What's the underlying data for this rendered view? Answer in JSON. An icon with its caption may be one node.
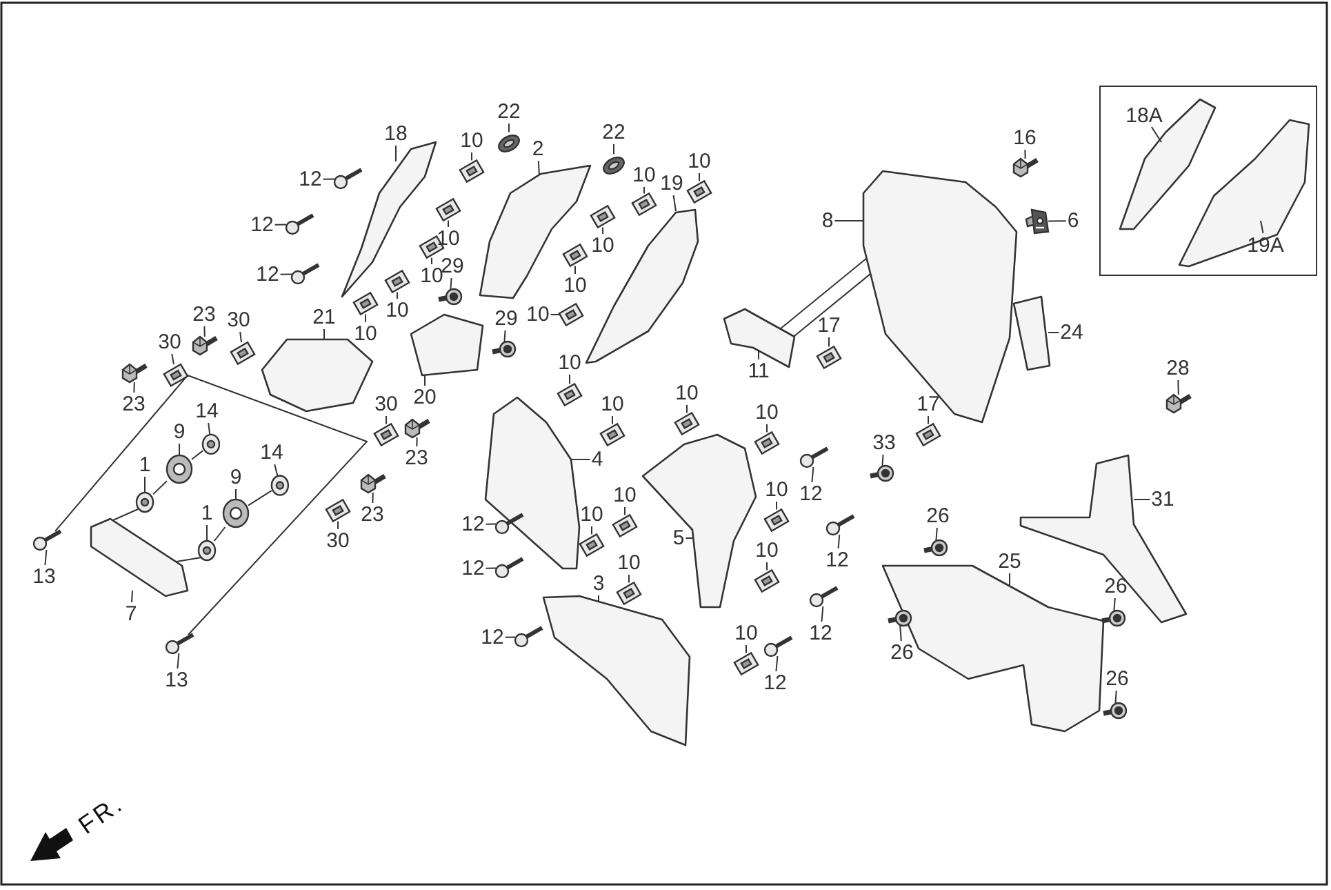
{
  "diagram": {
    "nodes": [
      {
        "text": [],
        "shape": "box"
      },
      {
        "text": [
          "18A"
        ],
        "in": 0
      },
      {
        "text": [],
        "shape": "picture",
        "in": 0
      },
      {
        "text": [
          "19A"
        ],
        "in": 0
      },
      {
        "text": [],
        "shape": "picture",
        "in": 0
      },
      {
        "text": [
          "18"
        ]
      },
      {
        "text": [],
        "shape": "picture"
      },
      {
        "text": [
          "12"
        ]
      },
      {
        "text": [],
        "shape": "picture"
      },
      {
        "text": [
          "12"
        ]
      },
      {
        "text": [],
        "shape": "picture"
      },
      {
        "text": [
          "12"
        ]
      },
      {
        "text": [],
        "shape": "picture"
      },
      {
        "text": [
          "22"
        ]
      },
      {
        "text": [],
        "shape": "picture"
      },
      {
        "text": [
          "10"
        ]
      },
      {
        "text": [],
        "shape": "picture"
      },
      {
        "text": [
          "2"
        ]
      },
      {
        "text": [],
        "shape": "picture"
      },
      {
        "text": [
          "22"
        ]
      },
      {
        "text": [],
        "shape": "picture"
      },
      {
        "text": [
          "10"
        ]
      },
      {
        "text": [],
        "shape": "picture"
      },
      {
        "text": [
          "19"
        ]
      },
      {
        "text": [],
        "shape": "picture"
      },
      {
        "text": [
          "10"
        ]
      },
      {
        "text": [],
        "shape": "picture"
      },
      {
        "text": [
          "10"
        ]
      },
      {
        "text": [],
        "shape": "picture"
      },
      {
        "text": [
          "10"
        ]
      },
      {
        "text": [],
        "shape": "picture"
      },
      {
        "text": [
          "10"
        ]
      },
      {
        "text": [],
        "shape": "picture"
      },
      {
        "text": [
          "10"
        ]
      },
      {
        "text": [],
        "shape": "picture"
      },
      {
        "text": [
          "29"
        ]
      },
      {
        "text": [],
        "shape": "picture"
      },
      {
        "text": [
          "10"
        ]
      },
      {
        "text": [],
        "shape": "picture"
      },
      {
        "text": [
          "10"
        ]
      },
      {
        "text": [],
        "shape": "picture"
      },
      {
        "text": [
          "10"
        ]
      },
      {
        "text": [],
        "shape": "picture"
      },
      {
        "text": [
          "29"
        ]
      },
      {
        "text": [],
        "shape": "picture"
      },
      {
        "text": [
          "16"
        ]
      },
      {
        "text": [],
        "shape": "picture"
      },
      {
        "text": [
          "8"
        ]
      },
      {
        "text": [],
        "shape": "picture"
      },
      {
        "text": [
          "6"
        ]
      },
      {
        "text": [],
        "shape": "picture"
      },
      {
        "text": [
          "23"
        ]
      },
      {
        "text": [],
        "shape": "picture"
      },
      {
        "text": [
          "30"
        ]
      },
      {
        "text": [],
        "shape": "picture"
      },
      {
        "text": [
          "30"
        ]
      },
      {
        "text": [],
        "shape": "picture"
      },
      {
        "text": [
          "21"
        ]
      },
      {
        "text": [],
        "shape": "picture"
      },
      {
        "text": [
          "11"
        ]
      },
      {
        "text": [],
        "shape": "picture"
      },
      {
        "text": [
          "17"
        ]
      },
      {
        "text": [],
        "shape": "picture"
      },
      {
        "text": [
          "24"
        ]
      },
      {
        "text": [],
        "shape": "picture"
      },
      {
        "text": [
          "10"
        ]
      },
      {
        "text": [],
        "shape": "picture"
      },
      {
        "text": [
          "20"
        ]
      },
      {
        "text": [],
        "shape": "picture"
      },
      {
        "text": [
          "30"
        ]
      },
      {
        "text": [],
        "shape": "picture"
      },
      {
        "text": [
          "23"
        ]
      },
      {
        "text": [],
        "shape": "picture"
      },
      {
        "text": [
          "28"
        ]
      },
      {
        "text": [],
        "shape": "picture"
      },
      {
        "text": [
          "10"
        ]
      },
      {
        "text": [],
        "shape": "picture"
      },
      {
        "text": [
          "10"
        ]
      },
      {
        "text": [],
        "shape": "picture"
      },
      {
        "text": [
          "10"
        ]
      },
      {
        "text": [],
        "shape": "picture"
      },
      {
        "text": [
          "17"
        ]
      },
      {
        "text": [],
        "shape": "picture"
      },
      {
        "text": [
          "14"
        ]
      },
      {
        "text": [],
        "shape": "picture"
      },
      {
        "text": [
          "9"
        ]
      },
      {
        "text": [],
        "shape": "picture"
      },
      {
        "text": [
          "23"
        ]
      },
      {
        "text": [],
        "shape": "picture"
      },
      {
        "text": [
          "4"
        ]
      },
      {
        "text": [],
        "shape": "picture"
      },
      {
        "text": [
          "14"
        ]
      },
      {
        "text": [],
        "shape": "picture"
      },
      {
        "text": [
          "1"
        ]
      },
      {
        "text": [],
        "shape": "picture"
      },
      {
        "text": [
          "9"
        ]
      },
      {
        "text": [],
        "shape": "picture"
      },
      {
        "text": [
          "33"
        ]
      },
      {
        "text": [],
        "shape": "picture"
      },
      {
        "text": [
          "12"
        ]
      },
      {
        "text": [],
        "shape": "picture"
      },
      {
        "text": [
          "10"
        ]
      },
      {
        "text": [],
        "shape": "picture"
      },
      {
        "text": [
          "10"
        ]
      },
      {
        "text": [],
        "shape": "picture"
      },
      {
        "text": [
          "31"
        ]
      },
      {
        "text": [],
        "shape": "picture"
      },
      {
        "text": [
          "1"
        ]
      },
      {
        "text": [],
        "shape": "picture"
      },
      {
        "text": [
          "23"
        ]
      },
      {
        "text": [],
        "shape": "picture"
      },
      {
        "text": [
          "10"
        ]
      },
      {
        "text": [],
        "shape": "picture"
      },
      {
        "text": [
          "26"
        ]
      },
      {
        "text": [],
        "shape": "picture"
      },
      {
        "text": [
          "12"
        ]
      },
      {
        "text": [],
        "shape": "picture"
      },
      {
        "text": [
          "5"
        ]
      },
      {
        "text": [],
        "shape": "picture"
      },
      {
        "text": [
          "30"
        ]
      },
      {
        "text": [],
        "shape": "picture"
      },
      {
        "text": [
          "10"
        ]
      },
      {
        "text": [],
        "shape": "picture"
      },
      {
        "text": [
          "12"
        ]
      },
      {
        "text": [],
        "shape": "picture"
      },
      {
        "text": [
          "25"
        ]
      },
      {
        "text": [],
        "shape": "picture"
      },
      {
        "text": [
          "10"
        ]
      },
      {
        "text": [],
        "shape": "picture"
      },
      {
        "text": [
          "12"
        ]
      },
      {
        "text": [],
        "shape": "picture"
      },
      {
        "text": [
          "13"
        ]
      },
      {
        "text": [],
        "shape": "picture"
      },
      {
        "text": [
          "3"
        ]
      },
      {
        "text": [],
        "shape": "picture"
      },
      {
        "text": [
          "26"
        ]
      },
      {
        "text": [],
        "shape": "picture"
      },
      {
        "text": [
          "7"
        ]
      },
      {
        "text": [],
        "shape": "picture"
      },
      {
        "text": [
          "10"
        ]
      },
      {
        "text": [],
        "shape": "picture"
      },
      {
        "text": [
          "12"
        ]
      },
      {
        "text": [],
        "shape": "picture"
      },
      {
        "text": [
          "12"
        ]
      },
      {
        "text": [],
        "shape": "picture"
      },
      {
        "text": [
          "26"
        ]
      },
      {
        "text": [],
        "shape": "picture"
      },
      {
        "text": [
          "26"
        ]
      },
      {
        "text": [],
        "shape": "picture"
      },
      {
        "text": [
          "12"
        ]
      },
      {
        "text": [],
        "shape": "picture"
      },
      {
        "text": [
          "13"
        ]
      },
      {
        "text": [],
        "shape": "picture"
      }
    ],
    "edges": [
      {
        "from": 1,
        "to": 2,
        "arrow": "none"
      },
      {
        "from": 3,
        "to": 4,
        "arrow": "none"
      },
      {
        "from": 5,
        "to": 6,
        "arrow": "none"
      },
      {
        "from": 7,
        "to": 8,
        "arrow": "none"
      },
      {
        "from": 9,
        "to": 10,
        "arrow": "none"
      },
      {
        "from": 11,
        "to": 12,
        "arrow": "none"
      },
      {
        "from": 13,
        "to": 14,
        "arrow": "none"
      },
      {
        "from": 15,
        "to": 16,
        "arrow": "none"
      },
      {
        "from": 17,
        "to": 18,
        "arrow": "none"
      },
      {
        "from": 19,
        "to": 20,
        "arrow": "none"
      },
      {
        "from": 21,
        "to": 22,
        "arrow": "none"
      },
      {
        "from": 23,
        "to": 24,
        "arrow": "none"
      },
      {
        "from": 25,
        "to": 26,
        "arrow": "none"
      },
      {
        "from": 27,
        "to": 28,
        "arrow": "none"
      },
      {
        "from": 29,
        "to": 30,
        "arrow": "none"
      },
      {
        "from": 31,
        "to": 32,
        "arrow": "none"
      },
      {
        "from": 33,
        "to": 34,
        "arrow": "none"
      },
      {
        "from": 35,
        "to": 36,
        "arrow": "none"
      },
      {
        "from": 37,
        "to": 38,
        "arrow": "none"
      },
      {
        "from": 39,
        "to": 40,
        "arrow": "none"
      },
      {
        "from": 41,
        "to": 42,
        "arrow": "none"
      },
      {
        "from": 43,
        "to": 44,
        "arrow": "none"
      },
      {
        "from": 45,
        "to": 46,
        "arrow": "none"
      },
      {
        "from": 47,
        "to": 48,
        "arrow": "none"
      },
      {
        "from": 49,
        "to": 50,
        "arrow": "none"
      },
      {
        "from": 51,
        "to": 52,
        "arrow": "none"
      },
      {
        "from": 53,
        "to": 54,
        "arrow": "none"
      },
      {
        "from": 55,
        "to": 56,
        "arrow": "none"
      },
      {
        "from": 57,
        "to": 58,
        "arrow": "none"
      },
      {
        "from": 59,
        "to": 60,
        "arrow": "none"
      },
      {
        "from": 61,
        "to": 62,
        "arrow": "none"
      },
      {
        "from": 63,
        "to": 64,
        "arrow": "none"
      },
      {
        "from": 65,
        "to": 66,
        "arrow": "none"
      },
      {
        "from": 67,
        "to": 68,
        "arrow": "none"
      },
      {
        "from": 69,
        "to": 70,
        "arrow": "none"
      },
      {
        "from": 71,
        "to": 72,
        "arrow": "none"
      },
      {
        "from": 73,
        "to": 74,
        "arrow": "none"
      },
      {
        "from": 75,
        "to": 76,
        "arrow": "none"
      },
      {
        "from": 77,
        "to": 78,
        "arrow": "none"
      },
      {
        "from": 79,
        "to": 80,
        "arrow": "none"
      },
      {
        "from": 81,
        "to": 82,
        "arrow": "none"
      },
      {
        "from": 83,
        "to": 84,
        "arrow": "none"
      },
      {
        "from": 85,
        "to": 86,
        "arrow": "none"
      },
      {
        "from": 87,
        "to": 88,
        "arrow": "none"
      },
      {
        "from": 89,
        "to": 90,
        "arrow": "none"
      },
      {
        "from": 91,
        "to": 92,
        "arrow": "none"
      },
      {
        "from": 93,
        "to": 94,
        "arrow": "none"
      },
      {
        "from": 95,
        "to": 96,
        "arrow": "none"
      },
      {
        "from": 97,
        "to": 98,
        "arrow": "none"
      },
      {
        "from": 99,
        "to": 100,
        "arrow": "none"
      },
      {
        "from": 101,
        "to": 102,
        "arrow": "none"
      },
      {
        "from": 103,
        "to": 104,
        "arrow": "none"
      },
      {
        "from": 105,
        "to": 106,
        "arrow": "none"
      },
      {
        "from": 107,
        "to": 108,
        "arrow": "none"
      },
      {
        "from": 109,
        "to": 110,
        "arrow": "none"
      },
      {
        "from": 111,
        "to": 112,
        "arrow": "none"
      },
      {
        "from": 113,
        "to": 114,
        "arrow": "none"
      },
      {
        "from": 115,
        "to": 116,
        "arrow": "none"
      },
      {
        "from": 117,
        "to": 118,
        "arrow": "none"
      },
      {
        "from": 119,
        "to": 120,
        "arrow": "none"
      },
      {
        "from": 121,
        "to": 122,
        "arrow": "none"
      },
      {
        "from": 123,
        "to": 124,
        "arrow": "none"
      },
      {
        "from": 125,
        "to": 126,
        "arrow": "none"
      },
      {
        "from": 127,
        "to": 128,
        "arrow": "none"
      },
      {
        "from": 129,
        "to": 130,
        "arrow": "none"
      },
      {
        "from": 131,
        "to": 132,
        "arrow": "none"
      },
      {
        "from": 133,
        "to": 134,
        "arrow": "none"
      },
      {
        "from": 135,
        "to": 136,
        "arrow": "none"
      },
      {
        "from": 137,
        "to": 138,
        "arrow": "none"
      },
      {
        "from": 139,
        "to": 140,
        "arrow": "none"
      },
      {
        "from": 141,
        "to": 142,
        "arrow": "none"
      },
      {
        "from": 143,
        "to": 144,
        "arrow": "none"
      },
      {
        "from": 145,
        "to": 146,
        "arrow": "none"
      },
      {
        "from": 147,
        "to": 148,
        "arrow": "none"
      },
      {
        "from": 149,
        "to": 150,
        "arrow": "none"
      },
      {
        "from": 151,
        "to": 152,
        "arrow": "none"
      },
      {
        "from": 132,
        "to": 152,
        "arrow": "none"
      },
      {
        "from": 94,
        "to": 86,
        "arrow": "none"
      },
      {
        "from": 86,
        "to": 84,
        "arrow": "none"
      },
      {
        "from": 108,
        "to": 96,
        "arrow": "none"
      },
      {
        "from": 96,
        "to": 92,
        "arrow": "none"
      },
      {
        "from": 94,
        "to": 138,
        "arrow": "none"
      },
      {
        "from": 108,
        "to": 138,
        "arrow": "none"
      },
      {
        "from": 60,
        "to": 48,
        "arrow": "none"
      },
      {
        "from": 60,
        "to": 48,
        "arrow": "none"
      }
    ],
    "labels": [
      "FR."
    ]
  }
}
